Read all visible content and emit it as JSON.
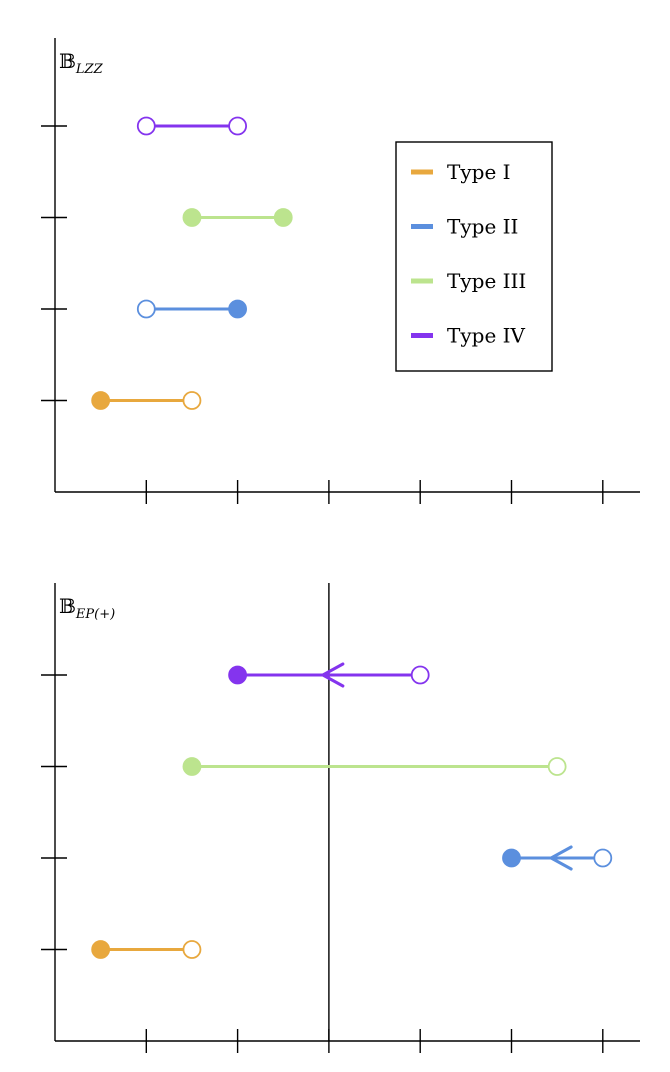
{
  "legend": {
    "placement": "top-right of upper panel",
    "entries": [
      {
        "label": "Type I",
        "color": "#E8A83E"
      },
      {
        "label": "Type II",
        "color": "#5B8FDE"
      },
      {
        "label": "Type III",
        "color": "#BCE48E"
      },
      {
        "label": "Type IV",
        "color": "#8434EE"
      }
    ]
  },
  "chart_data": [
    {
      "type": "interval",
      "title": "",
      "ylabel_main": "𝔹",
      "ylabel_sub": "LZZ",
      "x_ticks": [
        1,
        2,
        3,
        4,
        5,
        6
      ],
      "xlim": [
        0,
        6.4
      ],
      "y_ticks": [
        1,
        2,
        3,
        4
      ],
      "ylim": [
        0,
        5
      ],
      "vertical_line_x": null,
      "grid": false,
      "series": [
        {
          "name": "Type I",
          "color": "#E8A83E",
          "y": 1,
          "x_start": 0.5,
          "x_end": 1.5,
          "start_filled": true,
          "end_filled": false,
          "arrow_at": null
        },
        {
          "name": "Type II",
          "color": "#5B8FDE",
          "y": 2,
          "x_start": 1.0,
          "x_end": 2.0,
          "start_filled": false,
          "end_filled": true,
          "arrow_at": null
        },
        {
          "name": "Type III",
          "color": "#BCE48E",
          "y": 3,
          "x_start": 1.5,
          "x_end": 2.5,
          "start_filled": true,
          "end_filled": true,
          "arrow_at": null
        },
        {
          "name": "Type IV",
          "color": "#8434EE",
          "y": 4,
          "x_start": 1.0,
          "x_end": 2.0,
          "start_filled": false,
          "end_filled": false,
          "arrow_at": null
        }
      ]
    },
    {
      "type": "interval",
      "title": "",
      "ylabel_main": "𝔹",
      "ylabel_sub": "EP(+)",
      "x_ticks": [
        1,
        2,
        3,
        4,
        5,
        6
      ],
      "xlim": [
        0,
        6.4
      ],
      "y_ticks": [
        1,
        2,
        3,
        4
      ],
      "ylim": [
        0,
        5
      ],
      "vertical_line_x": 3,
      "grid": false,
      "series": [
        {
          "name": "Type I",
          "color": "#E8A83E",
          "y": 1,
          "x_start": 0.5,
          "x_end": 1.5,
          "start_filled": true,
          "end_filled": false,
          "arrow_at": null
        },
        {
          "name": "Type II",
          "color": "#5B8FDE",
          "y": 2,
          "x_start": 5.0,
          "x_end": 6.0,
          "start_filled": true,
          "end_filled": false,
          "arrow_at": 5.5
        },
        {
          "name": "Type III",
          "color": "#BCE48E",
          "y": 3,
          "x_start": 1.5,
          "x_end": 5.5,
          "start_filled": true,
          "end_filled": false,
          "arrow_at": null
        },
        {
          "name": "Type IV",
          "color": "#8434EE",
          "y": 4,
          "x_start": 2.0,
          "x_end": 4.0,
          "start_filled": true,
          "end_filled": false,
          "arrow_at": 3.0
        }
      ]
    }
  ]
}
